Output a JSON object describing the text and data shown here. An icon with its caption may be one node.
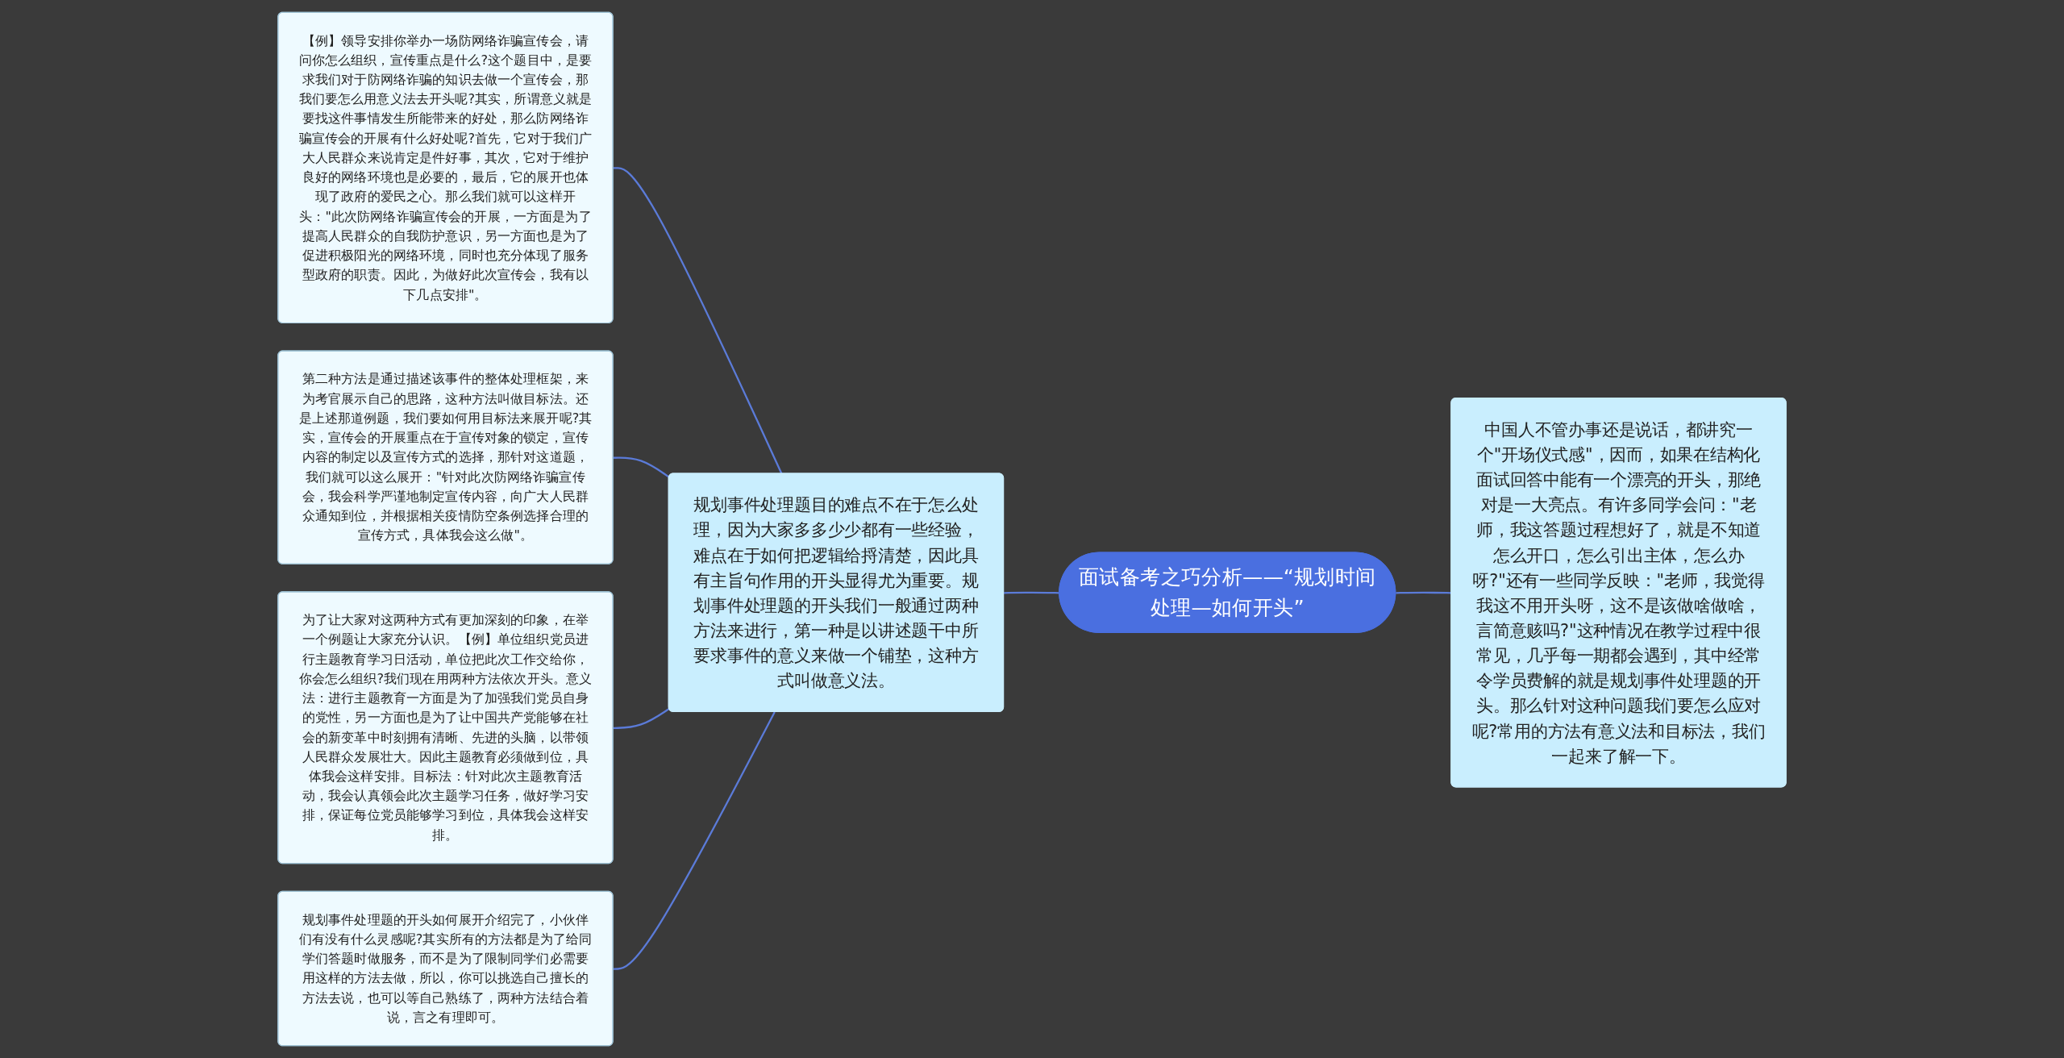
{
  "diagram": {
    "nodes": [
      {
        "text": [
          "面试备考之巧分析——“规划时间处理—如何开头”"
        ]
      },
      {
        "text": [
          "中国人不管办事还是说话，都讲究一个\"开场仪式感\"，因而，如果在结构化面试回答中能有一个漂亮的开头，那绝对是一大亮点。有许多同学会问：\"老师，我这答题过程想好了，就是不知道怎么开口，怎么引出主体，怎么办呀?\"还有一些同学反映：\"老师，我觉得我这不用开头呀，这不是该做啥做啥，言简意赅吗?\"这种情况在教学过程中很常见，几乎每一期都会遇到，其中经常令学员费解的就是规划事件处理题的开头。那么针对这种问题我们要怎么应对呢?常用的方法有意义法和目标法，我们一起来了解一下。"
        ]
      },
      {
        "text": [
          "规划事件处理题目的难点不在于怎么处理，因为大家多多少少都有一些经验，难点在于如何把逻辑给捋清楚，因此具有主旨句作用的开头显得尤为重要。规划事件处理题的开头我们一般通过两种方法来进行，第一种是以讲述题干中所要求事件的意义来做一个铺垫，这种方式叫做意义法。"
        ]
      },
      {
        "text": [
          "【例】领导安排你举办一场防网络诈骗宣传会，请问你怎么组织，宣传重点是什么?这个题目中，是要求我们对于防网络诈骗的知识去做一个宣传会，那我们要怎么用意义法去开头呢?其实，所谓意义就是要找这件事情发生所能带来的好处，那么防网络诈骗宣传会的开展有什么好处呢?首先，它对于我们广大人民群众来说肯定是件好事，其次，它对于维护良好的网络环境也是必要的，最后，它的展开也体现了政府的爱民之心。那么我们就可以这样开头：\"此次防网络诈骗宣传会的开展，一方面是为了提高人民群众的自我防护意识，另一方面也是为了促进积极阳光的网络环境，同时也充分体现了服务型政府的职责。因此，为做好此次宣传会，我有以下几点安排\"。"
        ]
      },
      {
        "text": [
          "第二种方法是通过描述该事件的整体处理框架，来为考官展示自己的思路，这种方法叫做目标法。还是上述那道例题，我们要如何用目标法来展开呢?其实，宣传会的开展重点在于宣传对象的锁定，宣传内容的制定以及宣传方式的选择，那针对这道题，我们就可以这么展开：\"针对此次防网络诈骗宣传会，我会科学严谨地制定宣传内容，向广大人民群众通知到位，并根据相关疫情防空条例选择合理的宣传方式，具体我会这么做\"。"
        ]
      },
      {
        "text": [
          "为了让大家对这两种方式有更加深刻的印象，在举一个例题让大家充分认识。【例】单位组织党员进行主题教育学习日活动，单位把此次工作交给你，你会怎么组织?我们现在用两种方法依次开头。意义法：进行主题教育一方面是为了加强我们党员自身的党性，另一方面也是为了让中国共产党能够在社会的新变革中时刻拥有清晰、先进的头脑，以带领人民群众发展壮大。因此主题教育必须做到位，具体我会这样安排。目标法：针对此次主题教育活动，我会认真领会此次主题学习任务，做好学习安排，保证每位党员能够学习到位，具体我会这样安排。"
        ]
      },
      {
        "text": [
          "规划事件处理题的开头如何展开介绍完了，小伙伴们有没有什么灵感呢?其实所有的方法都是为了给同学们答题时做服务，而不是为了限制同学们必需要用这样的方法去做，所以，你可以挑选自己擅长的方法去说，也可以等自己熟练了，两种方法结合着说，言之有理即可。"
        ]
      }
    ],
    "edges": [
      {
        "from": 0,
        "to": 1,
        "arrow": "none"
      },
      {
        "from": 0,
        "to": 2,
        "arrow": "none"
      },
      {
        "from": 2,
        "to": 3,
        "arrow": "none"
      },
      {
        "from": 2,
        "to": 4,
        "arrow": "none"
      },
      {
        "from": 2,
        "to": 5,
        "arrow": "none"
      },
      {
        "from": 2,
        "to": 6,
        "arrow": "none"
      }
    ]
  }
}
